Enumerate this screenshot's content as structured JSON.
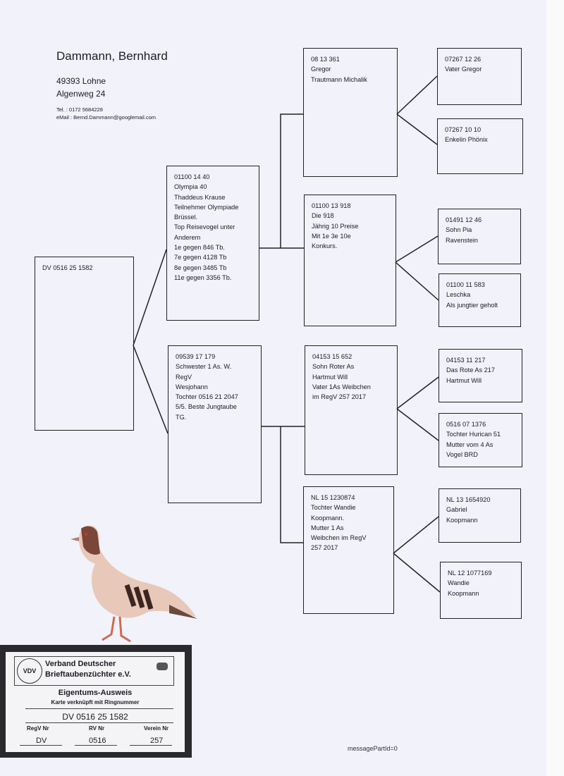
{
  "owner": {
    "name": "Dammann, Bernhard",
    "city": "49393 Lohne",
    "street": "Algenweg 24",
    "phone": "Tel. : 0172 5684228",
    "email": "eMail : Bernd.Dammann@googlemail.com"
  },
  "pedigree": {
    "subject": [
      "DV 0516 25 1582"
    ],
    "sire": [
      "01100 14 40",
      "Olympia 40",
      "Thaddeus Krause",
      "Teilnehmer Olympiade",
      "Brüssel.",
      "Top Reisevogel unter",
      "Anderem",
      "1e gegen 846 Tb.",
      "7e gegen 4128 Tb",
      "8e gegen 3485 Tb",
      "11e gegen 3356 Tb."
    ],
    "dam": [
      "09539 17 179",
      "Schwester 1 As. W.",
      "RegV",
      "Wesjohann",
      "Tochter 0516 21 2047",
      "5/5. Beste Jungtaube",
      "TG."
    ],
    "sire_sire": [
      "08 13 361",
      "Gregor",
      "Trautmann Michalik"
    ],
    "sire_dam": [
      "01100 13 918",
      "Die 918",
      "Jährig 10 Preise",
      "Mit 1e 3e 10e",
      "Konkurs."
    ],
    "dam_sire": [
      "04153 15 652",
      "Sohn Roter As",
      "Hartmut Will",
      "Vater 1As Weibchen",
      "im RegV 257 2017"
    ],
    "dam_dam": [
      "NL 15 1230874",
      "Tochter Wandie",
      "Koopmann.",
      "Mutter 1 As",
      "Weibchen im RegV",
      "257 2017"
    ],
    "ggp": [
      [
        "07267 12 26",
        "Vater Gregor"
      ],
      [
        "07267 10 10",
        "Enkelin Phönix"
      ],
      [
        "01491 12 46",
        "Sohn Pia",
        "Ravenstein"
      ],
      [
        "01100 11 583",
        "Leschka",
        "Als jungtier geholt"
      ],
      [
        "04153 11 217",
        "Das Rote As 217",
        "Hartmut Will"
      ],
      [
        "0516 07 1376",
        "Tochter Hurican 51",
        "Mutter vom 4 As",
        "Vogel BRD"
      ],
      [
        "NL 13 1654920",
        "Gabriel",
        "Koopmann"
      ],
      [
        "NL 12 1077169",
        "Wandie",
        "Koopmann"
      ]
    ]
  },
  "card": {
    "org_line1": "Verband Deutscher",
    "org_line2": "Brieftaubenzüchter e.V.",
    "logo": "VDV",
    "title": "Eigentums-Ausweis",
    "subtitle": "Karte verknüpft mit Ringnummer",
    "ring": "DV 0516 25 1582",
    "labels": [
      "RegV Nr",
      "RV Nr",
      "Verein Nr"
    ],
    "values": [
      "DV",
      "0516",
      "257"
    ]
  },
  "footer": {
    "message": "messagePartId=0"
  }
}
